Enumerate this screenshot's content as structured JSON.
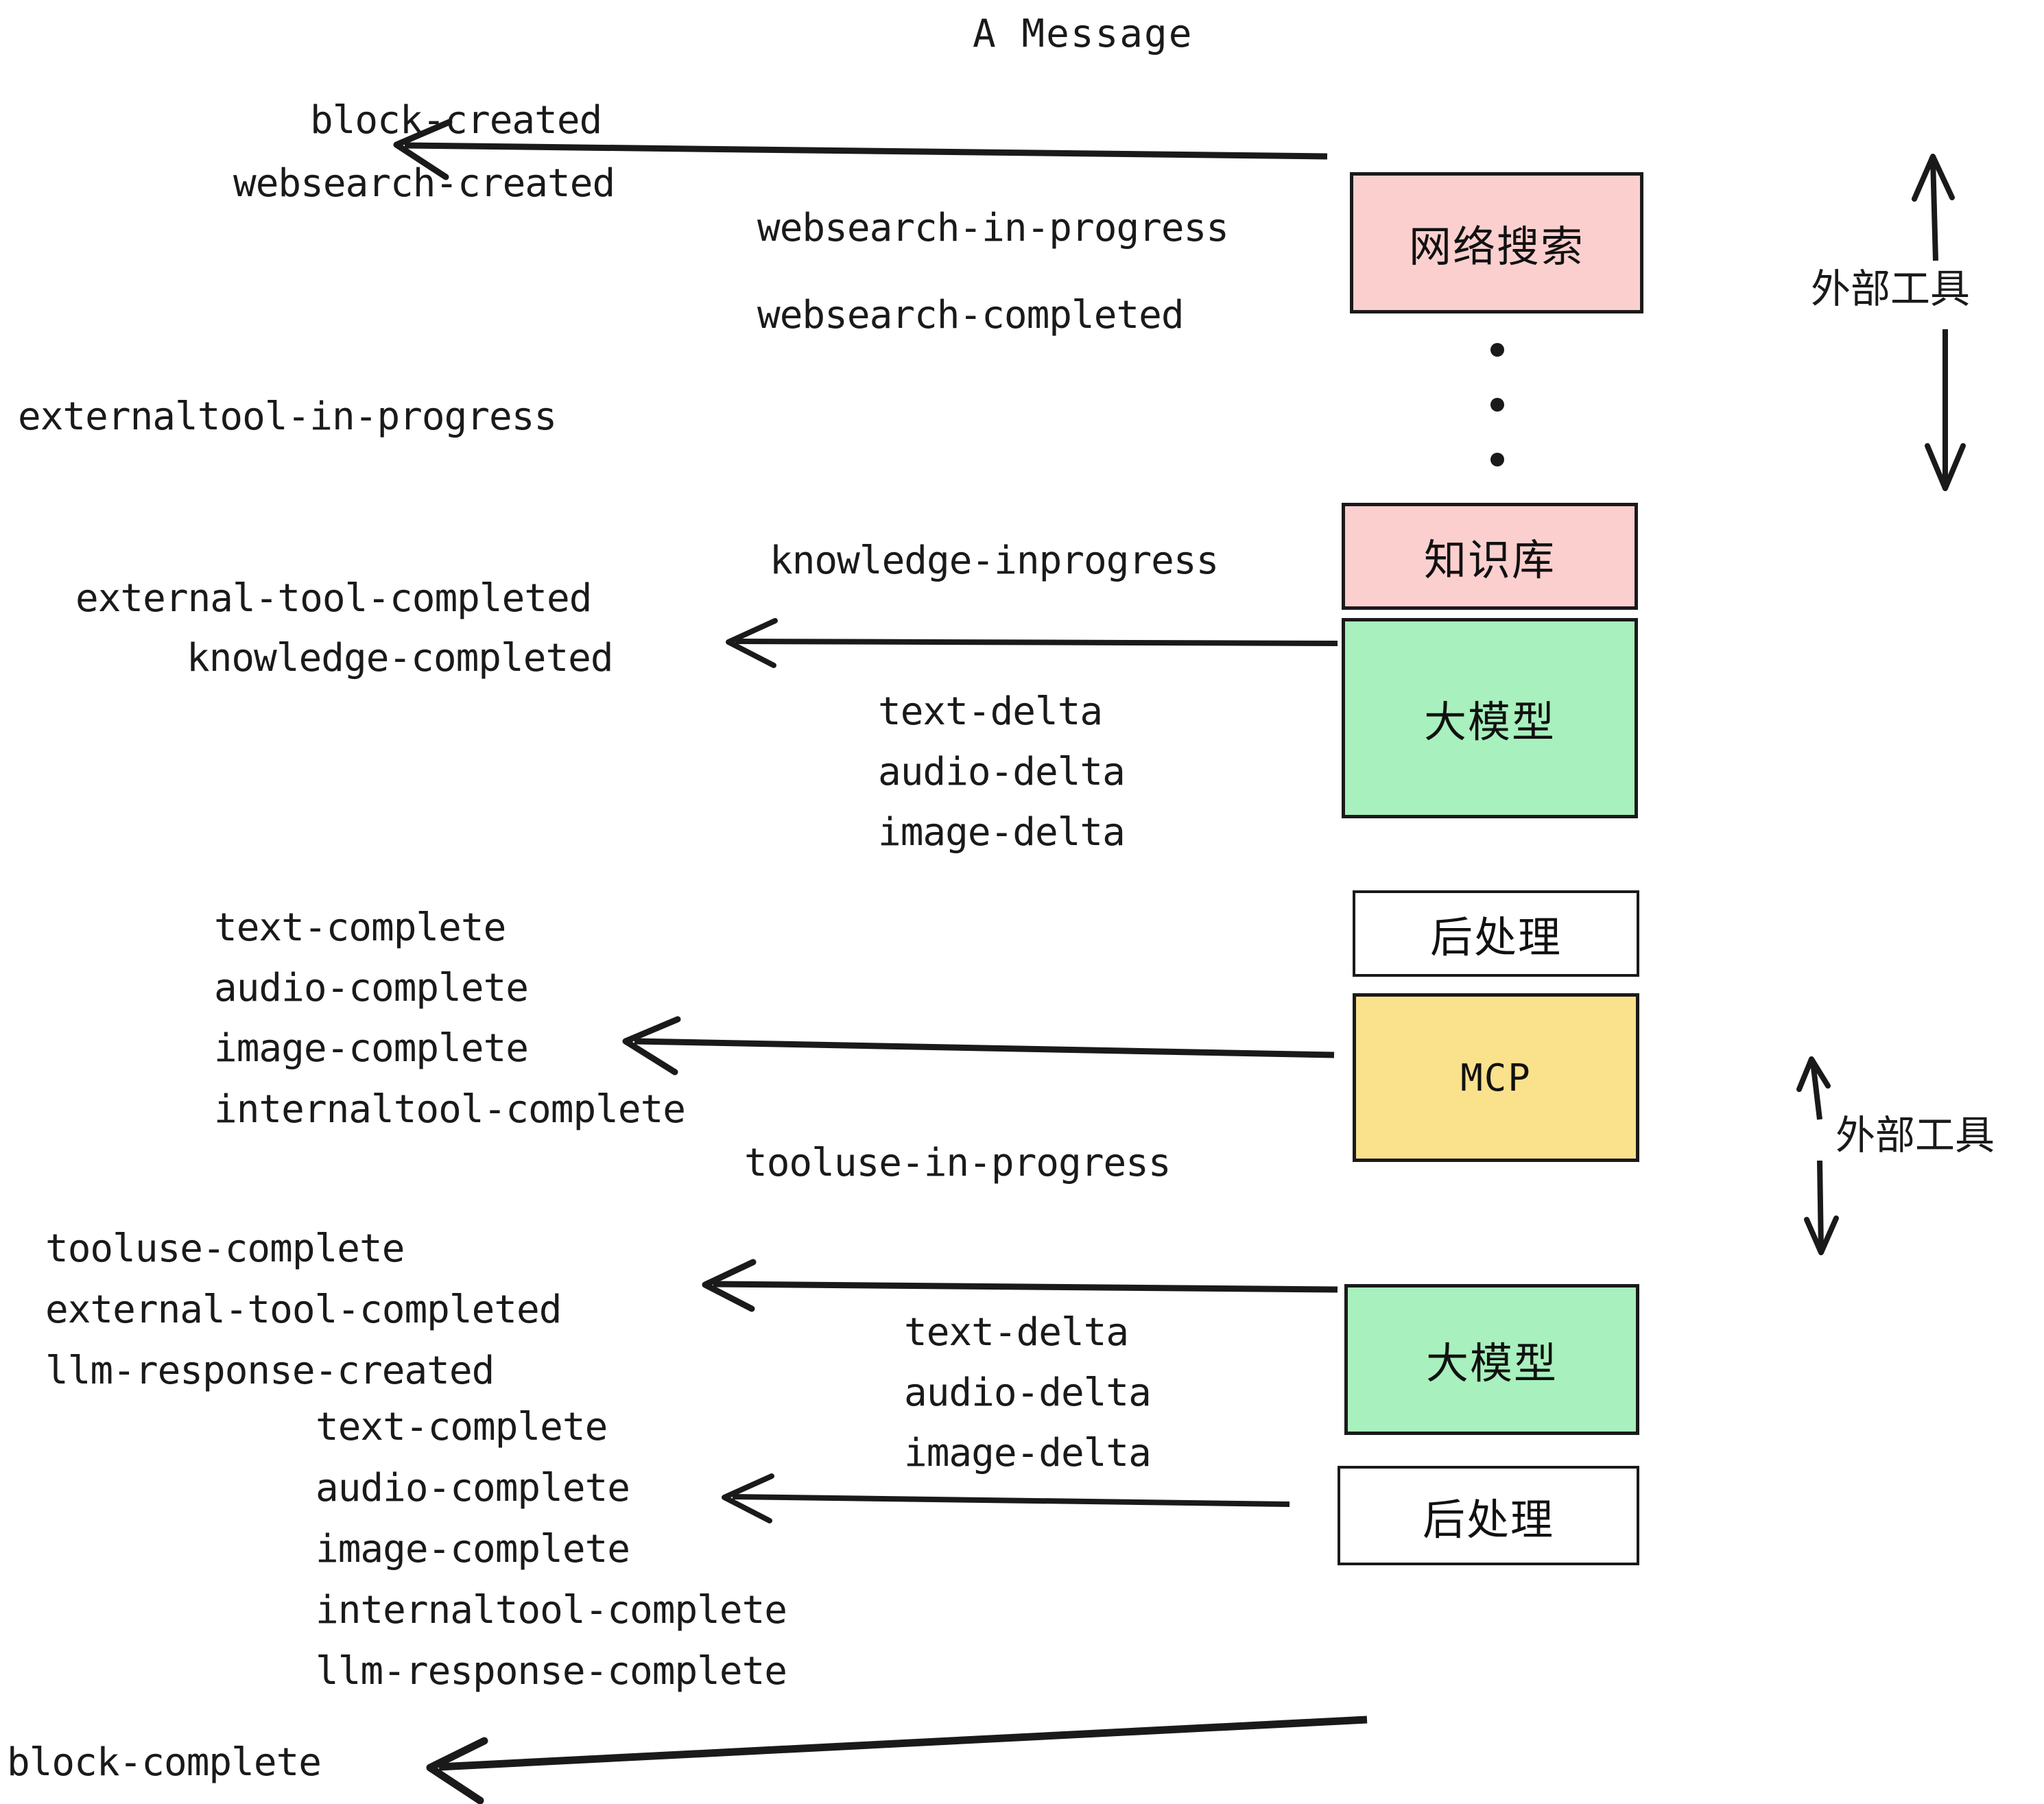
{
  "title": "A Message",
  "boxes": [
    {
      "label": "网络搜索",
      "color": "#fccfcf",
      "script": "cjk"
    },
    {
      "label": "知识库",
      "color": "#fccfcf",
      "script": "cjk"
    },
    {
      "label": "大模型",
      "color": "#a8f0bd",
      "script": "cjk"
    },
    {
      "label": "后处理",
      "color": "#ffffff",
      "script": "cjk"
    },
    {
      "label": "MCP",
      "color": "#fae18b",
      "script": "latin"
    },
    {
      "label": "大模型",
      "color": "#a8f0bd",
      "script": "cjk"
    },
    {
      "label": "后处理",
      "color": "#ffffff",
      "script": "cjk"
    }
  ],
  "side_labels": [
    {
      "text": "外部工具"
    },
    {
      "text": "外部工具"
    }
  ],
  "events": [
    {
      "text": "block-created"
    },
    {
      "text": "websearch-created"
    },
    {
      "text": "websearch-in-progress"
    },
    {
      "text": "websearch-completed"
    },
    {
      "text": "externaltool-in-progress"
    },
    {
      "text": "knowledge-inprogress"
    },
    {
      "text": "external-tool-completed"
    },
    {
      "text": "knowledge-completed"
    },
    {
      "text": "text-delta"
    },
    {
      "text": "audio-delta"
    },
    {
      "text": "image-delta"
    },
    {
      "text": "text-complete"
    },
    {
      "text": "audio-complete"
    },
    {
      "text": "image-complete"
    },
    {
      "text": "internaltool-complete"
    },
    {
      "text": "tooluse-in-progress"
    },
    {
      "text": "tooluse-complete"
    },
    {
      "text": "external-tool-completed"
    },
    {
      "text": "llm-response-created"
    },
    {
      "text": "text-delta"
    },
    {
      "text": "audio-delta"
    },
    {
      "text": "image-delta"
    },
    {
      "text": "text-complete"
    },
    {
      "text": "audio-complete"
    },
    {
      "text": "image-complete"
    },
    {
      "text": "internaltool-complete"
    },
    {
      "text": "llm-response-complete"
    },
    {
      "text": "block-complete"
    }
  ],
  "colors": {
    "stroke": "#1a1a1a",
    "pink": "#fccfcf",
    "green": "#a8f0bd",
    "yellow": "#fae18b",
    "white": "#ffffff",
    "background": "#ffffff"
  }
}
